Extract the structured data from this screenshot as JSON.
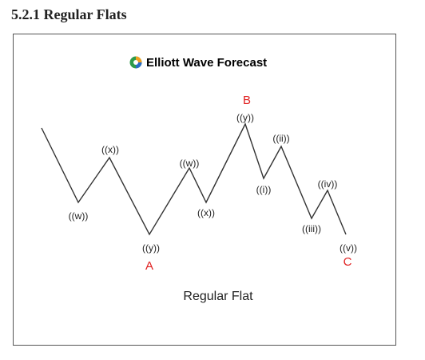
{
  "heading": "5.2.1 Regular Flats",
  "logo": {
    "text": "Elliott Wave Forecast",
    "text_color": "#1f3f7a",
    "icon": "elliott-wave-forecast-logo-icon"
  },
  "caption": "Regular Flat",
  "colors": {
    "wave_line": "#333333",
    "primary_label": "#e02020",
    "label": "#222222"
  },
  "wave": {
    "points": [
      {
        "name": "start",
        "label": ""
      },
      {
        "name": "w1",
        "label": "((w))"
      },
      {
        "name": "x1",
        "label": "((x))"
      },
      {
        "name": "y1",
        "label": "((y))",
        "primary": "A"
      },
      {
        "name": "w2",
        "label": "((w))"
      },
      {
        "name": "x2",
        "label": "((x))"
      },
      {
        "name": "y2",
        "label": "((y))",
        "primary": "B"
      },
      {
        "name": "i",
        "label": "((i))"
      },
      {
        "name": "ii",
        "label": "((ii))"
      },
      {
        "name": "iii",
        "label": "((iii))"
      },
      {
        "name": "iv",
        "label": "((iv))"
      },
      {
        "name": "v",
        "label": "((v))",
        "primary": "C"
      }
    ]
  }
}
